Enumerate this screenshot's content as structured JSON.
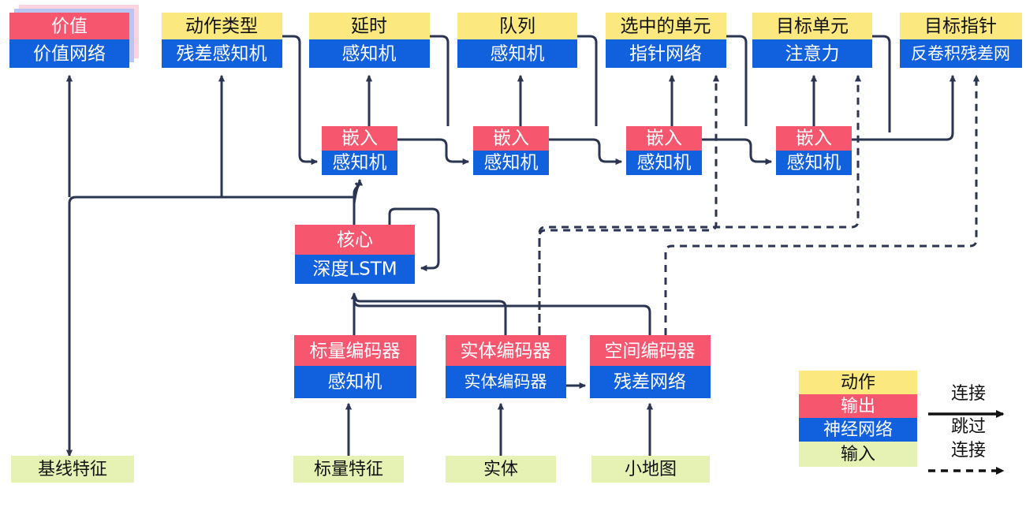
{
  "diagram": {
    "title": "AlphaStar-style agent architecture (Chinese labels)",
    "colors": {
      "action": "#FBE87F",
      "output": "#F7566F",
      "network": "#1160DE",
      "input": "#E6F2B4",
      "line": "#2B3552",
      "shadow_pink": "#FBD4DF",
      "shadow_blue": "#B9C6F2",
      "text_dark": "#111111",
      "text_light": "#FFFFFF"
    },
    "heads": [
      {
        "id": "value",
        "top": "价值",
        "bottom": "价值网络",
        "top_type": "output",
        "stacked": true
      },
      {
        "id": "action-type",
        "top": "动作类型",
        "bottom": "残差感知机",
        "top_type": "action",
        "stacked": false
      },
      {
        "id": "delay",
        "top": "延时",
        "bottom": "感知机",
        "top_type": "action",
        "stacked": false
      },
      {
        "id": "queue",
        "top": "队列",
        "bottom": "感知机",
        "top_type": "action",
        "stacked": false
      },
      {
        "id": "selected",
        "top": "选中的单元",
        "bottom": "指针网络",
        "top_type": "action",
        "stacked": false
      },
      {
        "id": "target-unit",
        "top": "目标单元",
        "bottom": "注意力",
        "top_type": "action",
        "stacked": false
      },
      {
        "id": "target-point",
        "top": "目标指针",
        "bottom": "反卷积残差网",
        "top_type": "action",
        "stacked": false
      }
    ],
    "embeds": [
      {
        "id": "embed-1",
        "top": "嵌入",
        "bottom": "感知机"
      },
      {
        "id": "embed-2",
        "top": "嵌入",
        "bottom": "感知机"
      },
      {
        "id": "embed-3",
        "top": "嵌入",
        "bottom": "感知机"
      },
      {
        "id": "embed-4",
        "top": "嵌入",
        "bottom": "感知机"
      }
    ],
    "core": {
      "id": "core",
      "top": "核心",
      "bottom": "深度LSTM"
    },
    "encoders": [
      {
        "id": "scalar-encoder",
        "top": "标量编码器",
        "bottom": "感知机"
      },
      {
        "id": "entity-encoder",
        "top": "实体编码器",
        "bottom": "实体编码器"
      },
      {
        "id": "spatial-encoder",
        "top": "空间编码器",
        "bottom": "残差网络"
      }
    ],
    "inputs": [
      {
        "id": "baseline-features",
        "label": "基线特征"
      },
      {
        "id": "scalar-features",
        "label": "标量特征"
      },
      {
        "id": "entities",
        "label": "实体"
      },
      {
        "id": "minimap",
        "label": "小地图"
      }
    ],
    "legend": {
      "swatches": [
        {
          "id": "legend-action",
          "label": "动作",
          "type": "action"
        },
        {
          "id": "legend-output",
          "label": "输出",
          "type": "output"
        },
        {
          "id": "legend-network",
          "label": "神经网络",
          "type": "network"
        },
        {
          "id": "legend-input",
          "label": "输入",
          "type": "input"
        }
      ],
      "arrows": [
        {
          "id": "legend-connection",
          "label": "连接",
          "style": "solid"
        },
        {
          "id": "legend-skip-connection",
          "label_1": "跳过",
          "label_2": "连接",
          "style": "dashed"
        }
      ]
    }
  }
}
